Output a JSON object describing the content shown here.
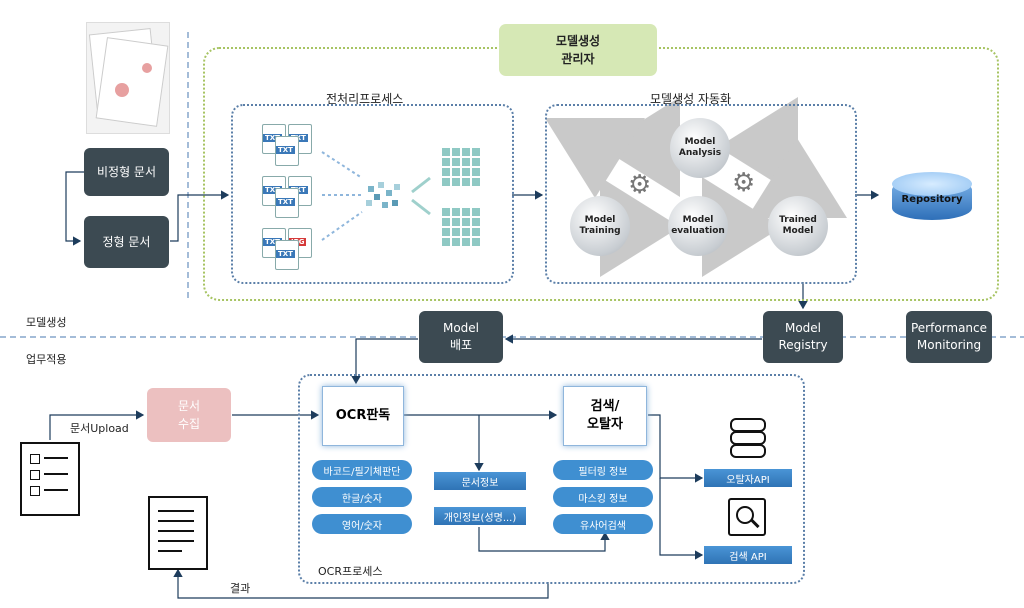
{
  "manager": "모델생성\n관리자",
  "preprocess_title": "전처리프로세스",
  "automation_title": "모델생성 자동화",
  "doc_unstructured": "비정형 문서",
  "doc_structured": "정형 문서",
  "circles": {
    "analysis": "Model\nAnalysis",
    "training": "Model\nTraining",
    "evaluation": "Model\nevaluation",
    "trained": "Trained\nModel"
  },
  "repository": "Repository",
  "section_model": "모델생성",
  "section_business": "업무적용",
  "model_deploy": "Model\n배포",
  "model_registry": "Model\nRegistry",
  "performance": "Performance\nMonitoring",
  "upload_label": "문서Upload",
  "collect": "문서\n수집",
  "ocr_read": "OCR판독",
  "search_box": "검색/\n오탈자",
  "ocr_pills": [
    "바코드/필기체판단",
    "한글/숫자",
    "영어/숫자"
  ],
  "doc_info": "문서정보",
  "personal_info": "개인정보(성명...)",
  "search_pills": [
    "필터링 정보",
    "마스킹 정보",
    "유사어검색"
  ],
  "typo_api": "오탈자API",
  "search_api": "검색 API",
  "ocr_process": "OCR프로세스",
  "result": "결과",
  "file_tags": [
    "TXT",
    "TXT",
    "TXT",
    "TXT",
    "TXT",
    "TXT",
    "TXT",
    "TXT",
    "JPG",
    "TXT"
  ],
  "colors": {
    "dark": "#3c4a52",
    "green": "#d6e8b5",
    "pink": "#ecc0c0",
    "blue": "#3f8fd1"
  }
}
